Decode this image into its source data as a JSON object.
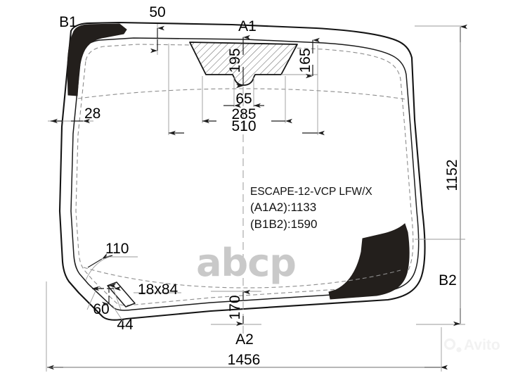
{
  "drawing": {
    "part_number": "ESCAPE-12-VCP LFW/X",
    "chord_a": "(A1A2):1133",
    "chord_b": "(B1B2):1590",
    "corner_labels": {
      "top_left": "B1",
      "top_center": "A1",
      "bottom_center": "A2",
      "bottom_right": "B2"
    },
    "dimensions": {
      "top_band": "50",
      "mirror_height": "195",
      "right_of_mirror": "165",
      "notch_width": "65",
      "mirror_base": "285",
      "mirror_top": "510",
      "left_band": "28",
      "overall_height": "1152",
      "overall_width": "1456",
      "bottom_band": "170",
      "corner_radius": "110",
      "sensor_window": "18x84",
      "sensor_offset_x": "60",
      "sensor_offset_y": "44"
    },
    "watermarks": {
      "center": "abcp",
      "corner": "Avito"
    },
    "colors": {
      "outline": "#141414",
      "ceramic_black": "#231f1c",
      "dimension_gray": "#6f6f6f",
      "hidden_line": "#8d8d8d",
      "watermark_gray": "#c9c9c9"
    }
  }
}
